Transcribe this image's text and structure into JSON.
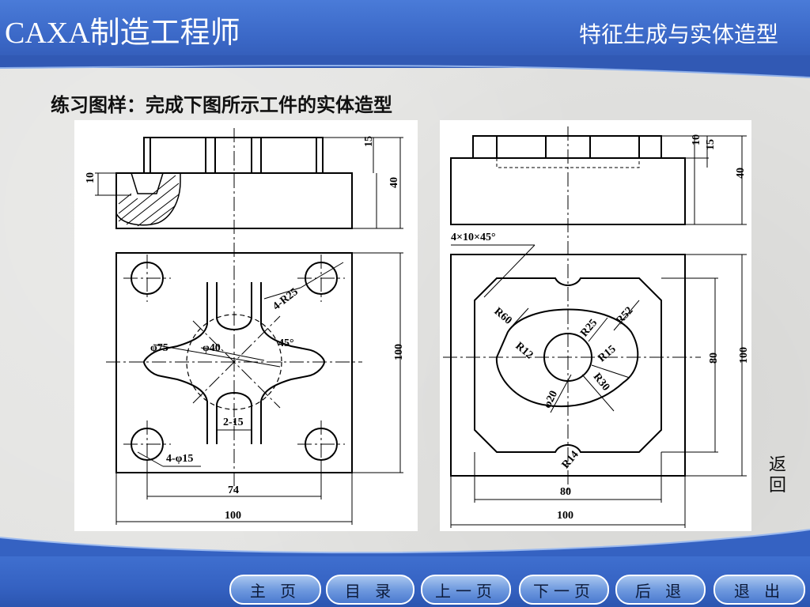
{
  "header": {
    "brand": "CAXA制造工程师",
    "subtitle": "特征生成与实体造型"
  },
  "content": {
    "exercise_title": "练习图样：完成下图所示工件的实体造型"
  },
  "drawing_left": {
    "dims": {
      "d10": "10",
      "d15": "15",
      "d40": "40",
      "d100v": "100",
      "r25": "4-R25",
      "phi75": "φ75",
      "phi40": "φ40",
      "deg45": "45°",
      "w215": "2-15",
      "holes": "4-φ15",
      "d74": "74",
      "d100h": "100"
    }
  },
  "drawing_right": {
    "dims": {
      "d10": "10",
      "d15": "15",
      "d40": "40",
      "chamfer": "4×10×45°",
      "r60": "R60",
      "r25": "R25",
      "r52": "R52",
      "r12": "R12",
      "r15": "R15",
      "r30": "R30",
      "phi20": "φ20",
      "r14": "R14",
      "d80v": "80",
      "d100v": "100",
      "d80h": "80",
      "d100h": "100"
    }
  },
  "side_link": "返回",
  "nav": {
    "home": "主 页",
    "contents": "目 录",
    "prev": "上一页",
    "next": "下一页",
    "back": "后 退",
    "exit": "退 出"
  }
}
